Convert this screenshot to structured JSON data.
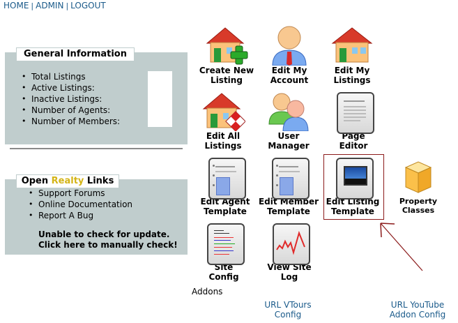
{
  "topnav": {
    "home": "HOME",
    "sep": "|",
    "admin": "ADMIN",
    "logout": "LOGOUT"
  },
  "general": {
    "title": "General Information",
    "items": [
      "Total Listings",
      "Active Listings:",
      "Inactive Listings:",
      "Number of Agents:",
      "Number of Members:"
    ]
  },
  "links": {
    "title_a": "Open ",
    "title_b": "Realty",
    "title_c": " Links",
    "items": [
      "Support Forums",
      "Online Documentation",
      "Report A Bug"
    ],
    "update_line1": "Unable to check for update.",
    "update_line2": "Click here to manually check!"
  },
  "tiles": [
    {
      "line1": "Create New",
      "line2": "Listing",
      "icon": "house-add-icon"
    },
    {
      "line1": "Edit My",
      "line2": "Account",
      "icon": "user-icon"
    },
    {
      "line1": "Edit My",
      "line2": "Listings",
      "icon": "house-icon"
    },
    {
      "line1": "Edit All",
      "line2": "Listings",
      "icon": "house-checker-icon"
    },
    {
      "line1": "User",
      "line2": "Manager",
      "icon": "users-icon"
    },
    {
      "line1": "Page",
      "line2": "Editor",
      "icon": "document-icon"
    },
    {
      "line1": "Edit Agent",
      "line2": "Template",
      "icon": "profile-document-icon"
    },
    {
      "line1": "Edit Member",
      "line2": "Template",
      "icon": "profile-document-icon"
    },
    {
      "line1": "Edit Listing",
      "line2": "Template",
      "icon": "picture-icon"
    },
    {
      "line1": "Property",
      "line2": "Classes",
      "icon": "box-icon"
    },
    {
      "line1": "Site",
      "line2": "Config",
      "icon": "code-document-icon"
    },
    {
      "line1": "View Site",
      "line2": "Log",
      "icon": "chart-log-icon"
    }
  ],
  "addons": {
    "label": "Addons",
    "vtours_line1": "URL VTours",
    "vtours_line2": "Config",
    "youtube_line1": "URL YouTube",
    "youtube_line2": "Addon Config"
  },
  "colors": {
    "panel": "#c0cdcd",
    "link": "#1a5a8a",
    "realty": "#d4b416",
    "highlight": "#8b1a1a"
  }
}
